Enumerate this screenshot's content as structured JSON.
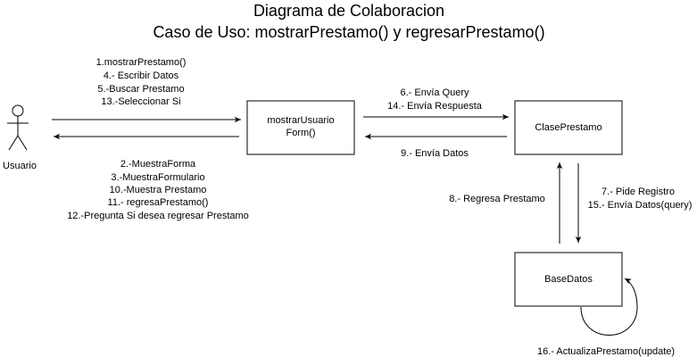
{
  "title": {
    "line1": "Diagrama de Colaboracion",
    "line2": "Caso de Uso: mostrarPrestamo() y regresarPrestamo()"
  },
  "actor": {
    "label": "Usuario"
  },
  "boxes": {
    "form": {
      "line1": "mostrarUsuario",
      "line2": "Form()"
    },
    "clase": {
      "label": "ClasePrestamo"
    },
    "base": {
      "label": "BaseDatos"
    }
  },
  "messages": {
    "user_to_form": [
      "1.mostrarPrestamo()",
      "4.- Escribir Datos",
      "5.-Buscar Prestamo",
      "13.-Seleccionar Si"
    ],
    "form_to_user": [
      "2.-MuestraForma",
      "3.-MuestraFormulario",
      "10.-Muestra Prestamo",
      "11.- regresaPrestamo()",
      "12.-Pregunta Si desea regresar Prestamo"
    ],
    "form_to_clase": [
      "6.- Envía Query",
      "14.- Envía Respuesta"
    ],
    "clase_to_form": [
      "9.- Envía Datos"
    ],
    "base_to_clase": [
      "8.- Regresa Prestamo"
    ],
    "clase_to_base": [
      "7.- Pide Registro",
      "15.- Envía Datos(query)"
    ],
    "self_base": [
      "16.- ActualizaPrestamo(update)"
    ]
  }
}
